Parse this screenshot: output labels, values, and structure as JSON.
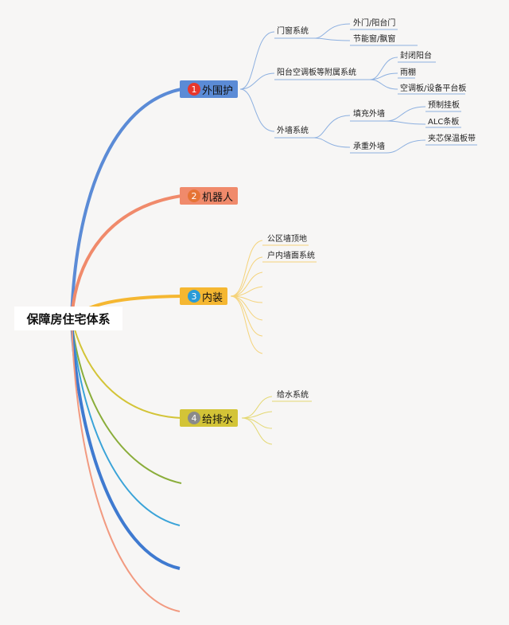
{
  "root": {
    "label": "保障房住宅体系"
  },
  "branches": [
    {
      "num": "1",
      "label": "外围护",
      "color": "#5b8bd6",
      "badge": "#e8362c"
    },
    {
      "num": "2",
      "label": "机器人",
      "color": "#f08a6b",
      "badge": "#e67435"
    },
    {
      "num": "3",
      "label": "内装",
      "color": "#f5b731",
      "badge": "#2a9bd8"
    },
    {
      "num": "4",
      "label": "给排水",
      "color": "#d3c437",
      "badge": "#8a8a8a"
    }
  ],
  "envelope": {
    "door_window": "门窗系统",
    "outer_door": "外门/阳台门",
    "energy_window": "节能窗/飘窗",
    "balcony_ac": "阳台空调板等附属系统",
    "closed_balcony": "封闭阳台",
    "canopy": "雨棚",
    "ac_board": "空调板/设备平台板",
    "ext_wall": "外墙系统",
    "fill_wall": "填充外墙",
    "precast_panel": "预制挂板",
    "alc_panel": "ALC条板",
    "bearing_wall": "承重外墙",
    "sandwich": "夹芯保温板带"
  },
  "interior": {
    "ceiling": "公区墙顶地",
    "wall_system": "户内墙面系统"
  },
  "plumbing": {
    "water_supply": "给水系统"
  },
  "colors": {
    "blue": "#5b8bd6",
    "salmon": "#f08a6b",
    "orange": "#f5b731",
    "yellow": "#d3c437",
    "green": "#8aad3a",
    "cyan": "#3aa3d8",
    "darkblue": "#3f7ad0",
    "lightsalmon": "#f29a80",
    "leafline": "#8db0e0"
  }
}
